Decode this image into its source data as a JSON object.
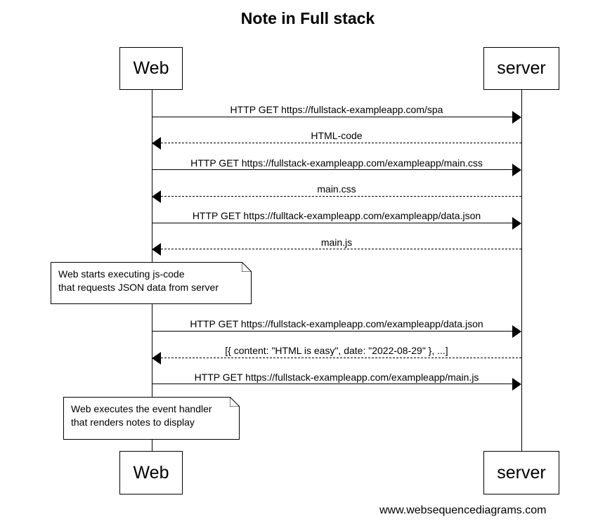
{
  "title": "Note in Full stack",
  "actors": {
    "left": "Web",
    "right": "server"
  },
  "messages": [
    {
      "label": "HTTP GET https://fullstack-exampleapp.com/spa",
      "style": "solid"
    },
    {
      "label": "HTML-code",
      "style": "dashed"
    },
    {
      "label": "HTTP GET https://fullstack-exampleapp.com/exampleapp/main.css",
      "style": "solid"
    },
    {
      "label": "main.css",
      "style": "dashed"
    },
    {
      "label": "HTTP GET https://fulltack-exampleapp.com/exampleapp/data.json",
      "style": "solid"
    },
    {
      "label": "main.js",
      "style": "dashed"
    },
    {
      "label": "HTTP GET https://fullstack-exampleapp.com/exampleapp/data.json",
      "style": "solid"
    },
    {
      "label": "[{ content: \"HTML is easy\", date: \"2022-08-29\" }, ...]",
      "style": "dashed"
    },
    {
      "label": "HTTP GET https://fullstack-exampleapp.com/exampleapp/main.js",
      "style": "solid"
    }
  ],
  "notes": [
    {
      "line1": "Web starts executing js-code",
      "line2": "that requests JSON data from server"
    },
    {
      "line1": "Web executes the event handler",
      "line2": "that renders notes to display"
    }
  ],
  "watermark": "www.websequencediagrams.com"
}
